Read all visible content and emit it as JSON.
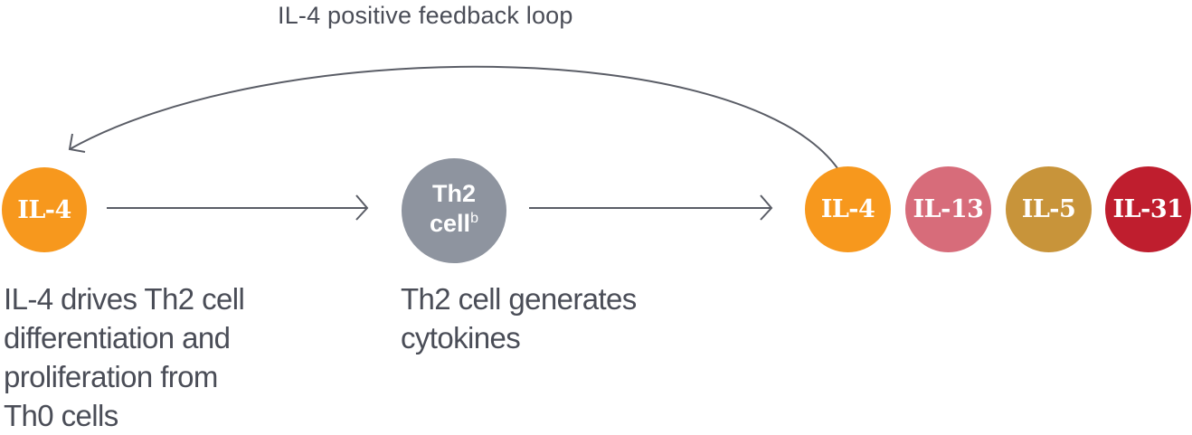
{
  "title": "IL-4 positive feedback loop",
  "nodes": {
    "il4_source": {
      "label": "IL-4",
      "color": "#f7981d"
    },
    "th2_cell": {
      "line1": "Th2",
      "line2": "cell",
      "superscript": "b",
      "color": "#8e949f"
    },
    "cytokines": [
      {
        "label": "IL-4",
        "color": "#f7981d"
      },
      {
        "label": "IL-13",
        "color": "#d76c7a"
      },
      {
        "label": "IL-5",
        "color": "#c8943a"
      },
      {
        "label": "IL-31",
        "color": "#bf1e2e"
      }
    ]
  },
  "descriptions": {
    "step1": [
      "IL-4 drives Th2 cell",
      "differentiation and",
      "proliferation from",
      "Th0 cells"
    ],
    "step2": [
      "Th2 cell generates",
      "cytokines"
    ]
  },
  "colors": {
    "text": "#4a4d57",
    "arrow": "#5a5d66"
  }
}
